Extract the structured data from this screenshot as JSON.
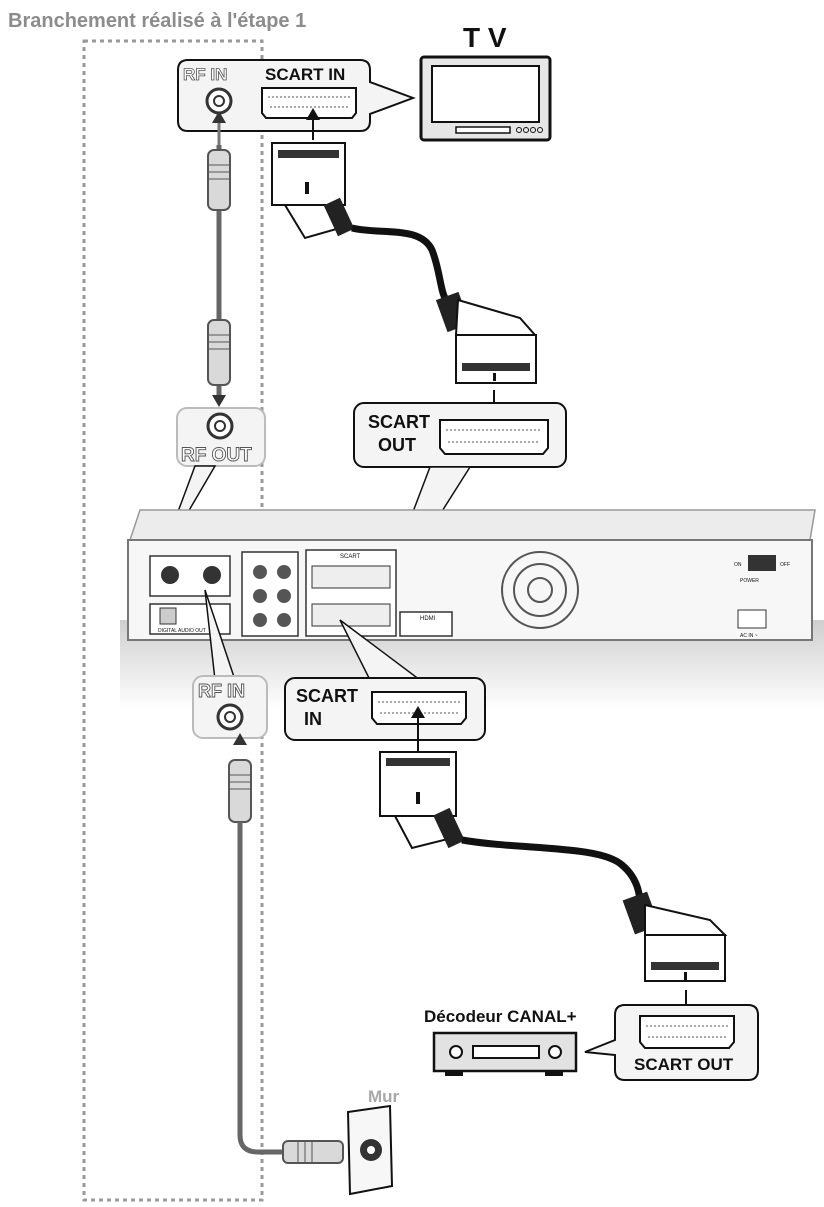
{
  "header": {
    "title": "Branchement réalisé à l'étape 1"
  },
  "tv": {
    "label": "T V"
  },
  "callouts": {
    "rf_in_top": "RF IN",
    "scart_in_tv": "SCART IN",
    "scart_out_line1": "SCART",
    "scart_out_line2": "OUT",
    "rf_out": "RF OUT",
    "rf_in_bottom": "RF IN",
    "scart_in_line1": "SCART",
    "scart_in_line2": "IN",
    "scart_out_decoder": "SCART OUT"
  },
  "decoder": {
    "label": "Décodeur CANAL+"
  },
  "wall": {
    "label": "Mur"
  },
  "recorder_panel": {
    "scart": "SCART",
    "hdmi": "HDMI",
    "digital_audio_out": "DIGITAL AUDIO OUT",
    "power": "POWER",
    "on": "ON",
    "off": "OFF",
    "ac_in": "AC IN ~"
  },
  "colors": {
    "title_gray": "#8c8c8c",
    "dash_gray": "#9a9a9a",
    "cable": "#111111",
    "device_fill": "#f2f2f2"
  }
}
